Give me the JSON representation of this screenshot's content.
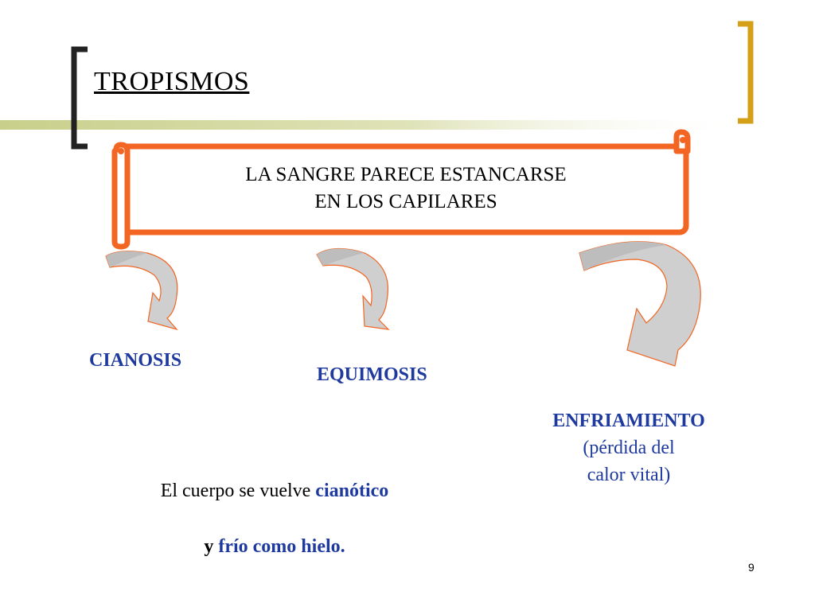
{
  "slide": {
    "title": "TROPISMOS",
    "scroll_line1": "LA SANGRE PARECE ESTANCARSE",
    "scroll_line2": "EN LOS CAPILARES",
    "result1": "CIANOSIS",
    "result2": "EQUIMOSIS",
    "result3_title": "ENFRIAMIENTO",
    "result3_line1": "(pérdida del",
    "result3_line2": "calor vital)",
    "bottom_prefix": "El cuerpo se vuelve ",
    "bottom_emph1": "cianótico",
    "bottom_y": "y ",
    "bottom_emph2": "frío como hielo.",
    "page_number": "9"
  },
  "colors": {
    "accent_orange": "#f26522",
    "text_blue": "#1f3a9e",
    "bracket_dark": "#222222",
    "bracket_gold": "#d4a017",
    "bar_olive": "#c8cf8a",
    "arrow_gray": "#c8c8c8"
  }
}
